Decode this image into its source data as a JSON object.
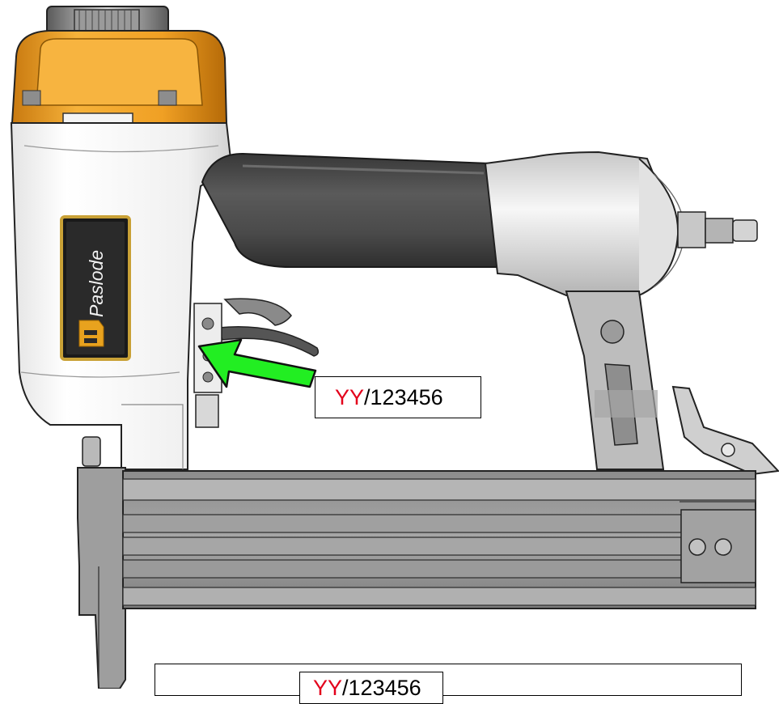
{
  "product": {
    "brand": "Paslode"
  },
  "serial_label": {
    "prefix": "YY",
    "number": "/123456"
  },
  "bottom_label": {
    "prefix": "YY",
    "number": "/123456"
  },
  "colors": {
    "cap_orange": "#f0a024",
    "arrow_green": "#22ee22",
    "prefix_red": "#e3001b",
    "grip_dark": "#4d4d4d",
    "magazine_gray": "#9a9a9a"
  },
  "icons": {
    "pointer": "green-arrow-icon",
    "logo": "paslode-logo-icon"
  }
}
